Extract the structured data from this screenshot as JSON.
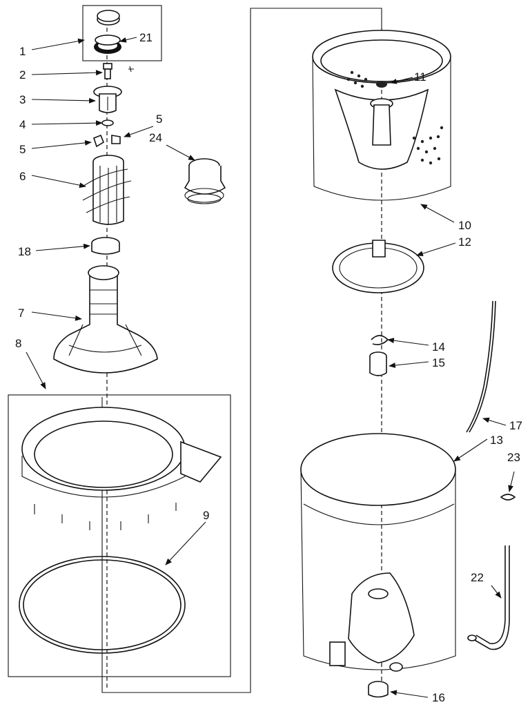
{
  "callouts": [
    {
      "id": "1",
      "text": "1"
    },
    {
      "id": "2",
      "text": "2"
    },
    {
      "id": "3",
      "text": "3"
    },
    {
      "id": "4",
      "text": "4"
    },
    {
      "id": "5a",
      "text": "5"
    },
    {
      "id": "5b",
      "text": "5"
    },
    {
      "id": "6",
      "text": "6"
    },
    {
      "id": "7",
      "text": "7"
    },
    {
      "id": "8",
      "text": "8"
    },
    {
      "id": "9",
      "text": "9"
    },
    {
      "id": "10",
      "text": "10"
    },
    {
      "id": "11",
      "text": "11"
    },
    {
      "id": "12",
      "text": "12"
    },
    {
      "id": "13",
      "text": "13"
    },
    {
      "id": "14",
      "text": "14"
    },
    {
      "id": "15",
      "text": "15"
    },
    {
      "id": "16",
      "text": "16"
    },
    {
      "id": "17",
      "text": "17"
    },
    {
      "id": "18",
      "text": "18"
    },
    {
      "id": "21",
      "text": "21"
    },
    {
      "id": "22",
      "text": "22"
    },
    {
      "id": "23",
      "text": "23"
    },
    {
      "id": "24",
      "text": "24"
    }
  ]
}
